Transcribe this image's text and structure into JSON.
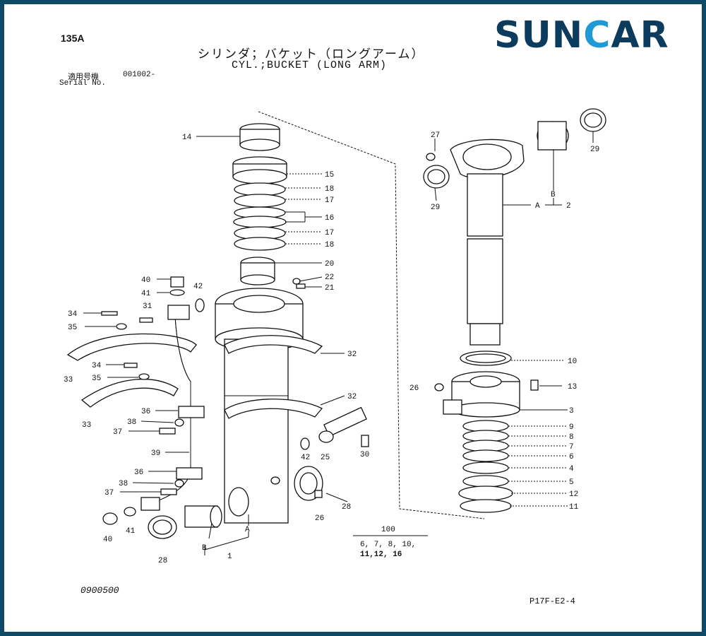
{
  "header": {
    "model": "135A",
    "title_jp": "シリンダ；バケット（ロングアーム）",
    "title_en": "CYL.;BUCKET (LONG ARM)",
    "serial_label_jp": "適用号機",
    "serial_number": "001002-",
    "serial_label_en": "Serial No."
  },
  "logo": {
    "text_left": "SUN",
    "text_accent": "C",
    "text_right": "AR",
    "colors": {
      "primary": "#0b3c5d",
      "accent": "#1f9ad6"
    }
  },
  "footer": {
    "doc_number": "0900500",
    "figure_number": "P17F-E2-4"
  },
  "kit": {
    "number": "100",
    "line1": "6, 7, 8, 10,",
    "line2": "11,12, 16"
  },
  "part_labels": [
    {
      "text": "14"
    },
    {
      "text": "15"
    },
    {
      "text": "18"
    },
    {
      "text": "17"
    },
    {
      "text": "16"
    },
    {
      "text": "17"
    },
    {
      "text": "18"
    },
    {
      "text": "20"
    },
    {
      "text": "22"
    },
    {
      "text": "21"
    },
    {
      "text": "40"
    },
    {
      "text": "41"
    },
    {
      "text": "42"
    },
    {
      "text": "31"
    },
    {
      "text": "34"
    },
    {
      "text": "35"
    },
    {
      "text": "33"
    },
    {
      "text": "34"
    },
    {
      "text": "35"
    },
    {
      "text": "33"
    },
    {
      "text": "32"
    },
    {
      "text": "32"
    },
    {
      "text": "36"
    },
    {
      "text": "38"
    },
    {
      "text": "37"
    },
    {
      "text": "39"
    },
    {
      "text": "36"
    },
    {
      "text": "38"
    },
    {
      "text": "37"
    },
    {
      "text": "40"
    },
    {
      "text": "41"
    },
    {
      "text": "28"
    },
    {
      "text": "B"
    },
    {
      "text": "1"
    },
    {
      "text": "A"
    },
    {
      "text": "42"
    },
    {
      "text": "25"
    },
    {
      "text": "30"
    },
    {
      "text": "28"
    },
    {
      "text": "26"
    },
    {
      "text": "27"
    },
    {
      "text": "29"
    },
    {
      "text": "29"
    },
    {
      "text": "B"
    },
    {
      "text": "A"
    },
    {
      "text": "2"
    },
    {
      "text": "10"
    },
    {
      "text": "26"
    },
    {
      "text": "13"
    },
    {
      "text": "3"
    },
    {
      "text": "9"
    },
    {
      "text": "8"
    },
    {
      "text": "7"
    },
    {
      "text": "6"
    },
    {
      "text": "4"
    },
    {
      "text": "5"
    },
    {
      "text": "12"
    },
    {
      "text": "11"
    }
  ]
}
